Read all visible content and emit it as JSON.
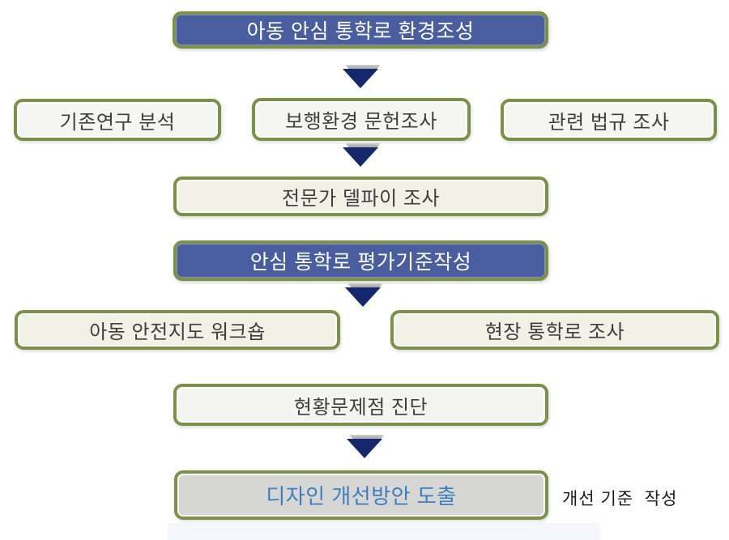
{
  "flow": {
    "stage1": {
      "label": "아동 안심 통학로 환경조성"
    },
    "method_row": [
      {
        "label": "기존연구 분석"
      },
      {
        "label": "보행환경 문헌조사"
      },
      {
        "label": "관련 법규 조사"
      }
    ],
    "delphi": {
      "label": "전문가 델파이 조사"
    },
    "stage2": {
      "label": "안심 통학로 평가기준작성"
    },
    "survey_row": [
      {
        "label": "아동 안전지도 워크숍"
      },
      {
        "label": "현장 통학로 조사"
      }
    ],
    "diagnosis": {
      "label": "현황문제점 진단"
    },
    "outcome": {
      "label": "디자인 개선방안 도출"
    },
    "outcome_note": "개선 기준  작성"
  },
  "colors": {
    "stage_fill_blue": "#4A5D9F",
    "border_green": "#7B9147",
    "arrow_navy": "#14286B",
    "outcome_fill_gray": "#D6D6D4",
    "outcome_text_blue": "#3E7EBE",
    "cream_fill": "#F2F1E6",
    "light_fill": "#F5F5F3",
    "box_text": "#3E3E3E"
  }
}
